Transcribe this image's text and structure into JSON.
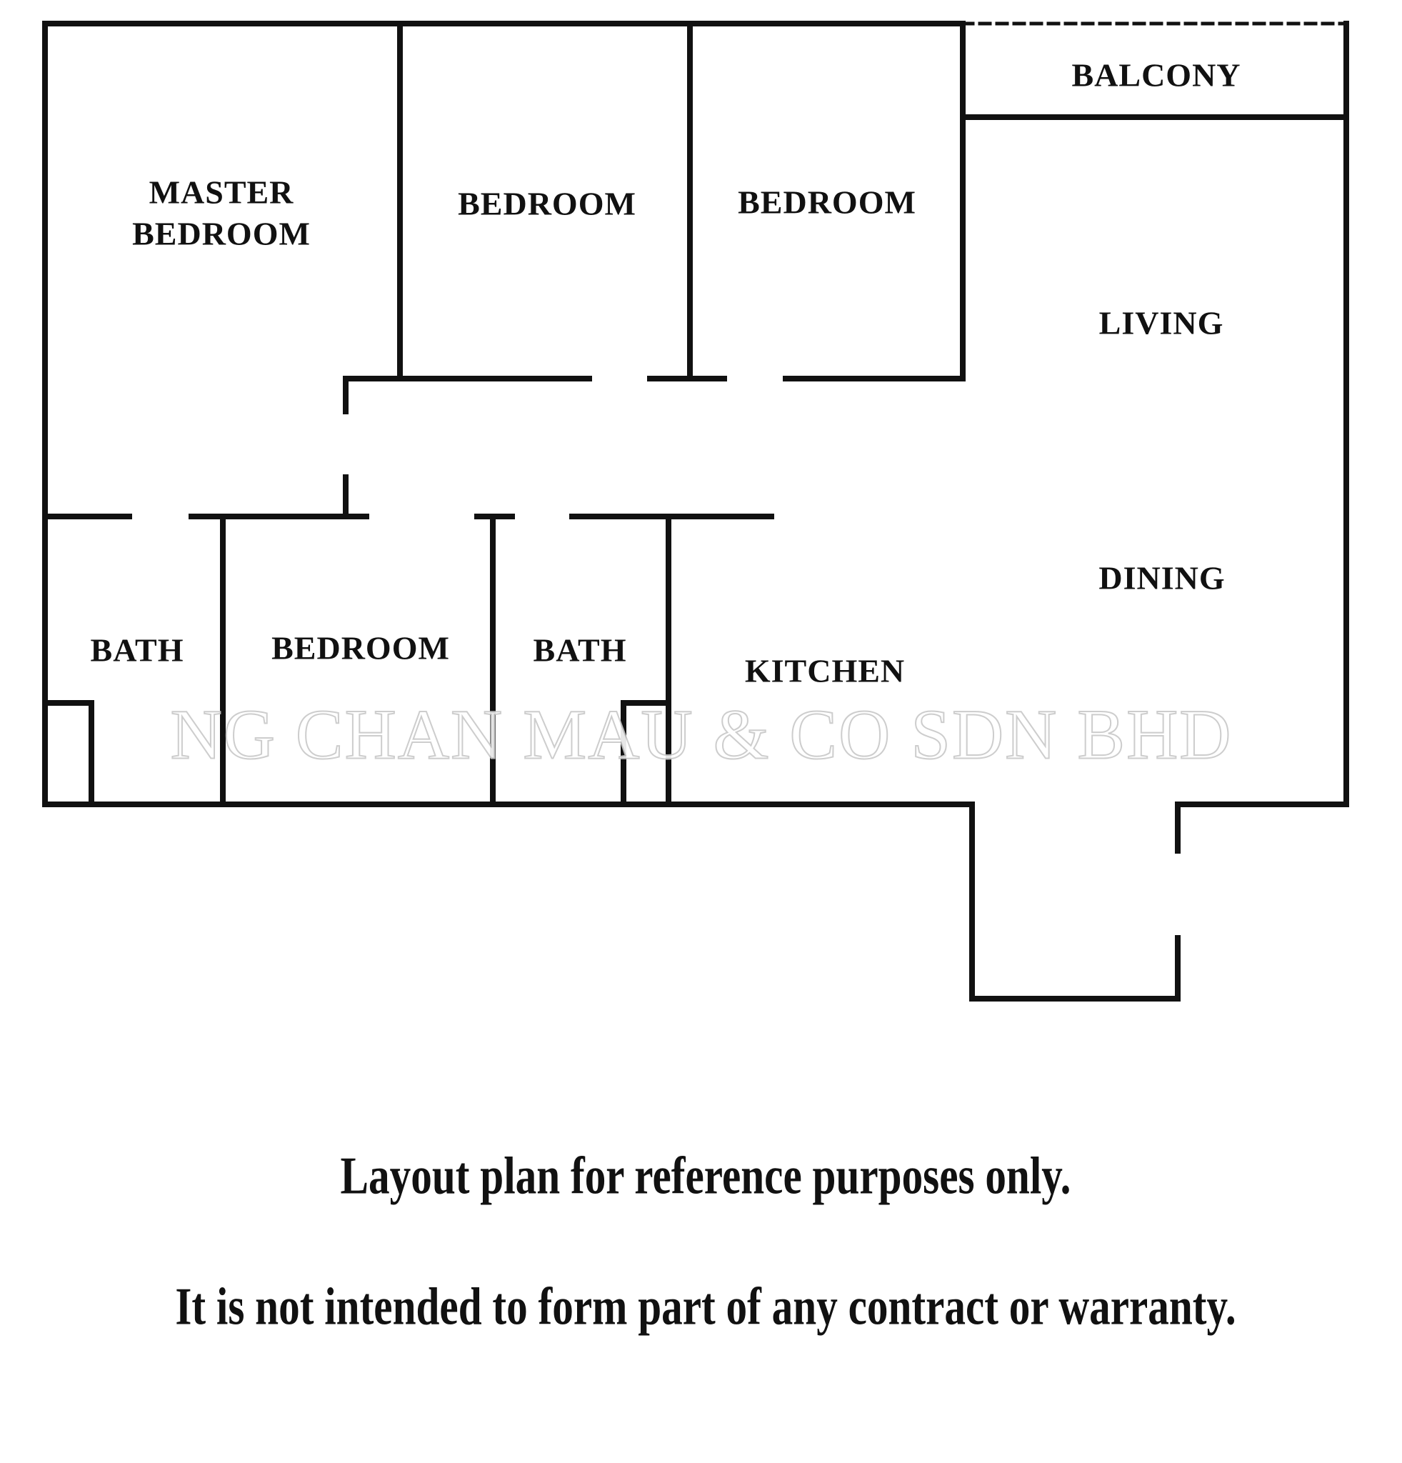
{
  "rooms": {
    "master_bedroom_line1": "MASTER",
    "master_bedroom_line2": "BEDROOM",
    "bedroom_1": "BEDROOM",
    "bedroom_2": "BEDROOM",
    "balcony": "BALCONY",
    "living": "LIVING",
    "dining": "DINING",
    "kitchen": "KITCHEN",
    "bath_1": "BATH",
    "bedroom_3": "BEDROOM",
    "bath_2": "BATH"
  },
  "watermark": "NG CHAN MAU & CO SDN BHD",
  "disclaimer": {
    "line1": "Layout plan for reference purposes only.",
    "line2": "It is not intended to form part of any contract or warranty."
  },
  "colors": {
    "wall": "#111111",
    "watermark": "#c8c8c8"
  }
}
